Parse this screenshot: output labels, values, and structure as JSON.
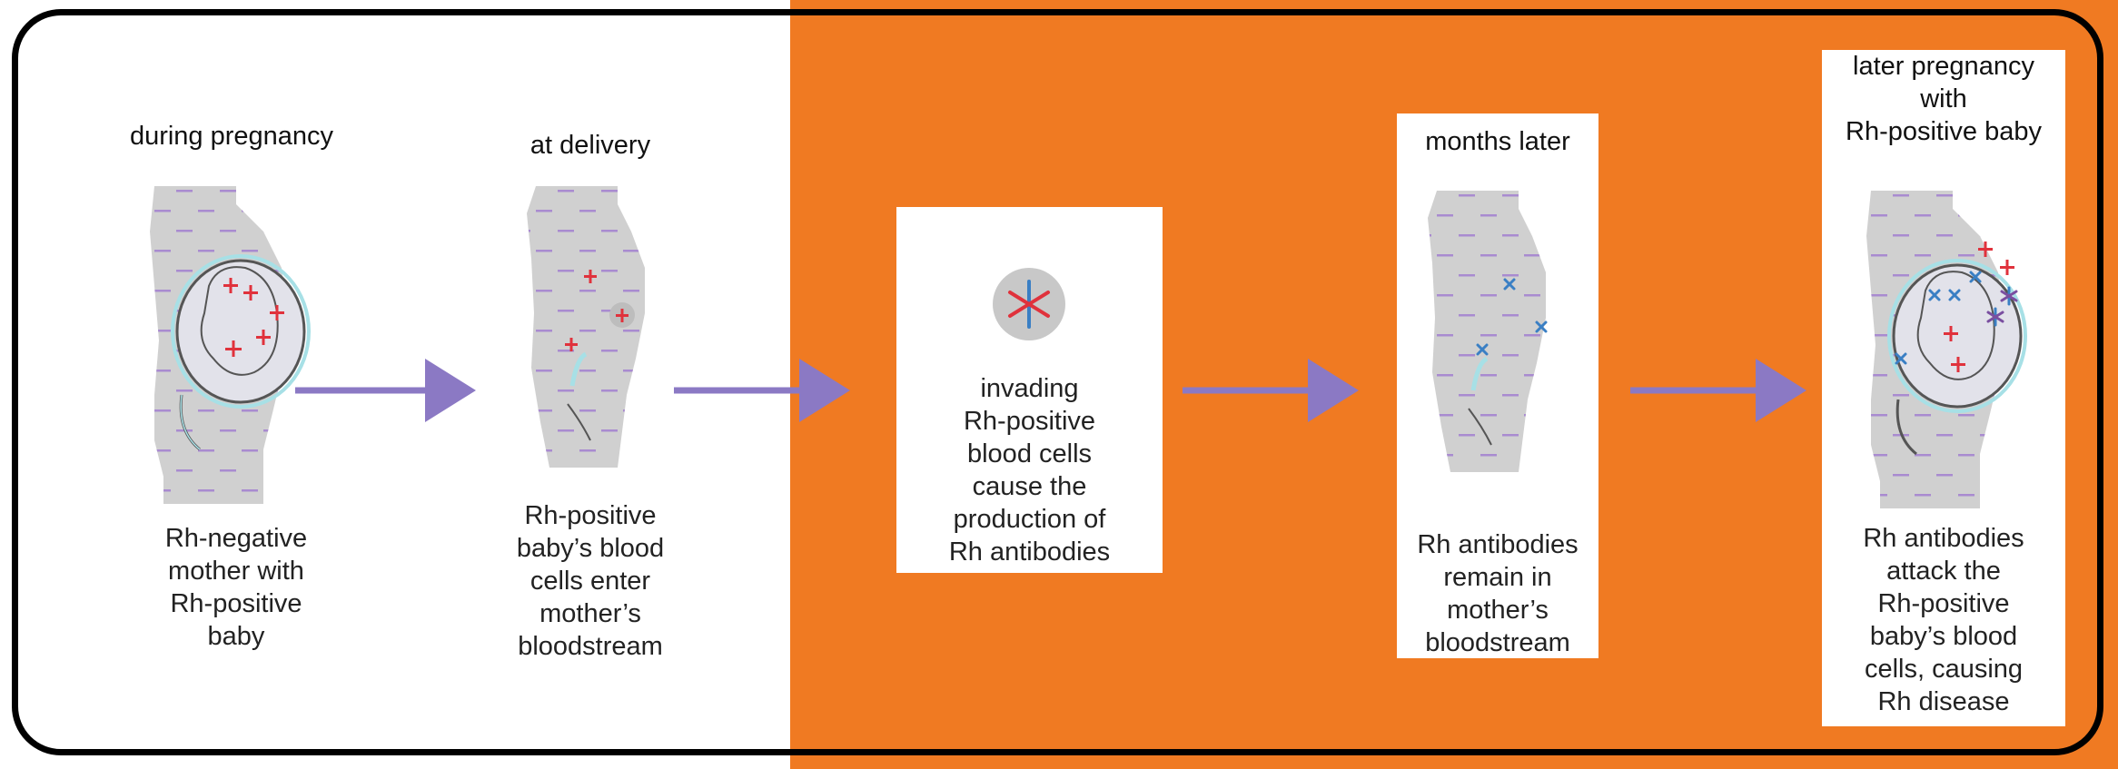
{
  "steps": [
    {
      "heading": "during pregnancy",
      "caption": [
        "Rh-negative",
        "mother with",
        "Rh-positive",
        "baby"
      ]
    },
    {
      "heading": "at delivery",
      "caption": [
        "Rh-positive",
        "baby’s blood",
        "cells enter",
        "mother’s",
        "bloodstream"
      ]
    },
    {
      "heading": "",
      "caption": [
        "invading",
        "Rh-positive",
        "blood cells",
        "cause the",
        "production of",
        "Rh antibodies"
      ]
    },
    {
      "heading": "months later",
      "caption": [
        "Rh antibodies",
        "remain in",
        "mother’s",
        "bloodstream"
      ]
    },
    {
      "heading": [
        "later pregnancy",
        "with",
        "Rh-positive baby"
      ],
      "caption": [
        "Rh antibodies",
        "attack the",
        "Rh-positive",
        "baby’s blood",
        "cells, causing",
        "Rh disease"
      ]
    }
  ],
  "colors": {
    "background_left": "#ffffff",
    "background_right": "#f07a22",
    "arrow": "#8b79c4",
    "body": "#d0d0d0",
    "dash": "#a98bd0",
    "positive": "#e0323c",
    "antibody": "#3a7fc4",
    "frame": "#000000"
  },
  "icons": [
    "plus-sign-icon",
    "x-antibody-icon",
    "asterisk-icon",
    "arrow-icon"
  ]
}
